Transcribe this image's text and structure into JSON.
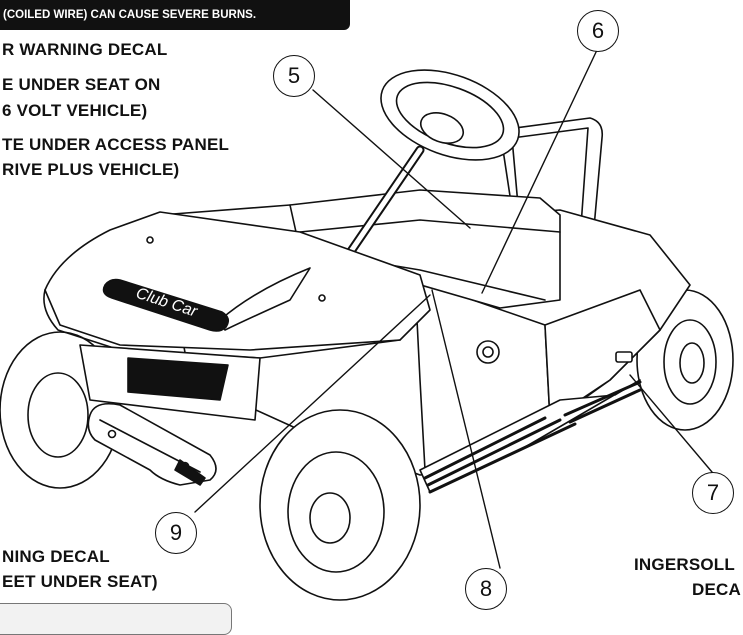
{
  "warning_banner": "(COILED WIRE) CAN CAUSE SEVERE BURNS.",
  "labels": {
    "top_1": "R WARNING DECAL",
    "top_2": "E UNDER SEAT ON",
    "top_3": "6 VOLT VEHICLE)",
    "top_4": "TE UNDER ACCESS PANEL",
    "top_5": "RIVE PLUS VEHICLE)",
    "bottom_left_1": "NING DECAL",
    "bottom_left_2": "EET UNDER SEAT)",
    "bottom_right_1": "INGERSOLL",
    "bottom_right_2": "DECA"
  },
  "callouts": [
    "5",
    "6",
    "7",
    "8",
    "9"
  ],
  "hood_logo": "Club Car"
}
